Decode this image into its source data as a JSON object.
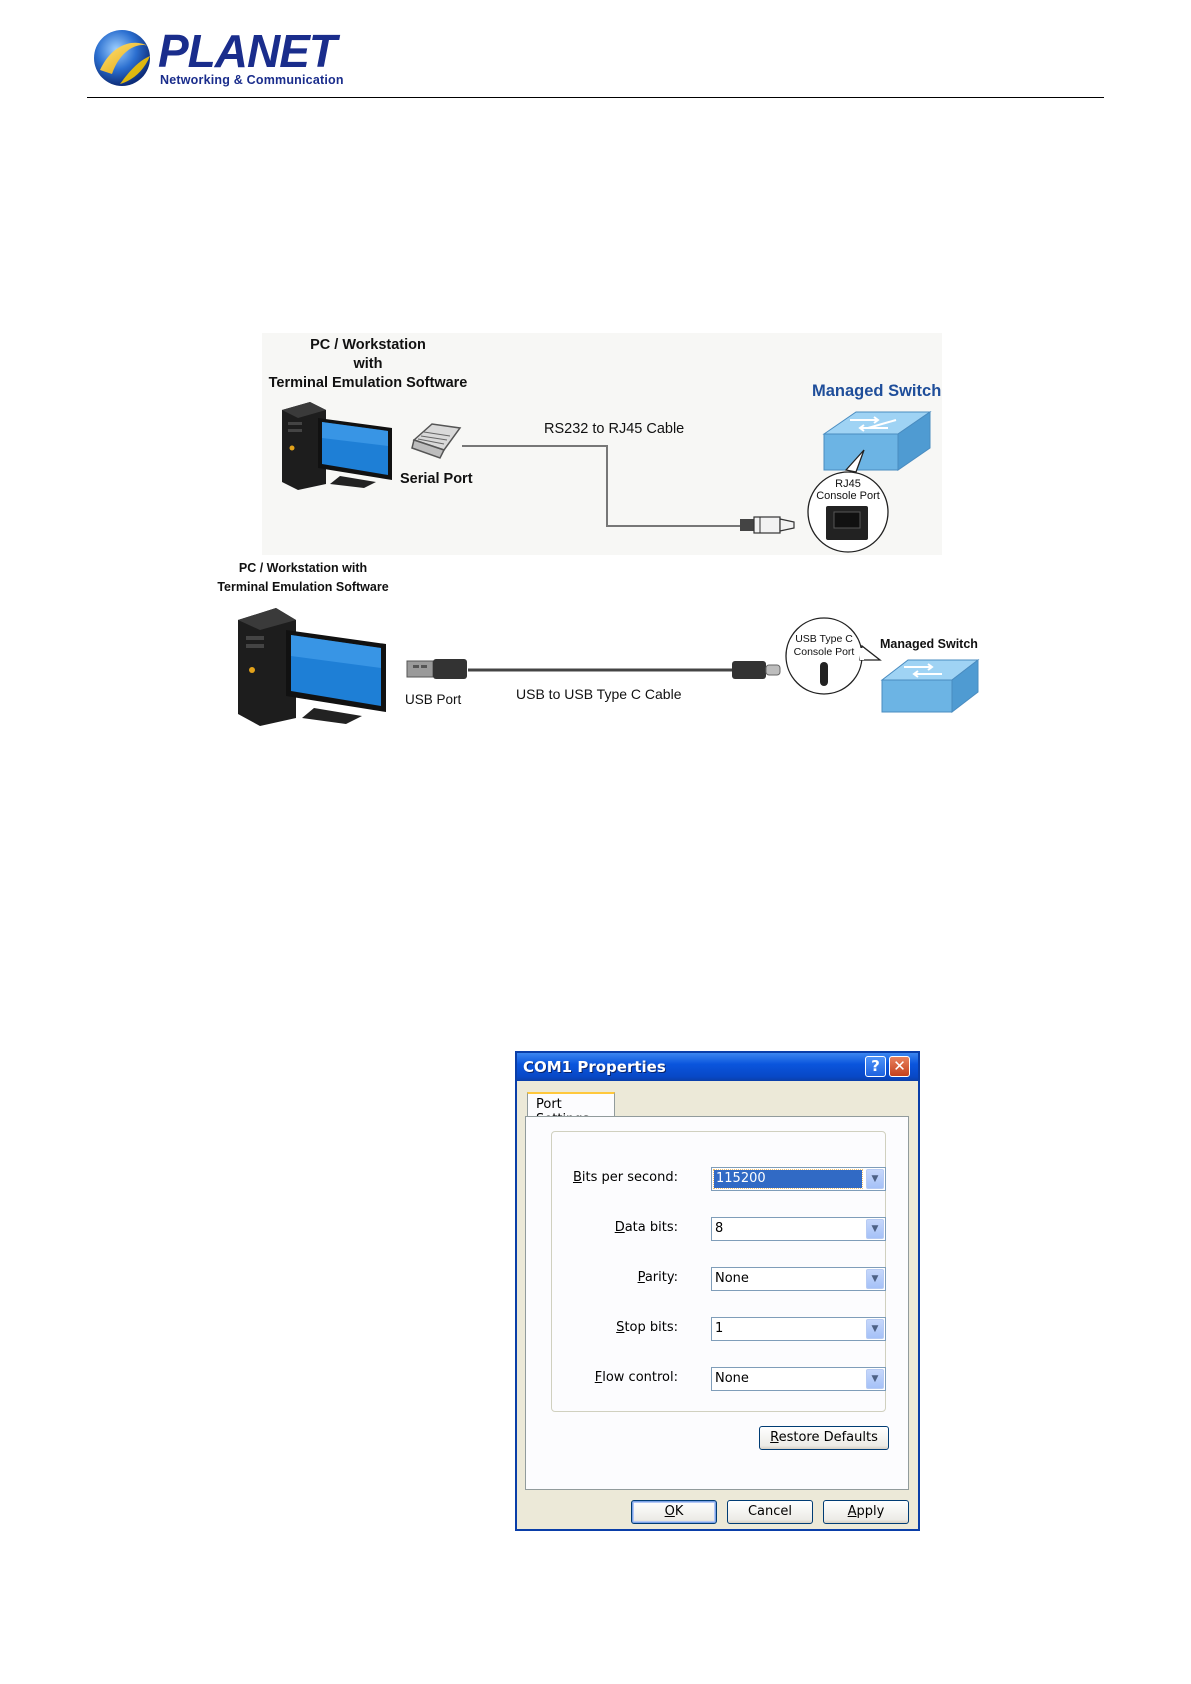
{
  "header": {
    "logo_name": "PLANET",
    "logo_tagline": "Networking & Communication"
  },
  "diagram_top": {
    "pc_caption_line1": "PC / Workstation",
    "pc_caption_line2": "with",
    "pc_caption_line3": "Terminal Emulation Software",
    "serial_port_label": "Serial Port",
    "cable_label": "RS232 to RJ45 Cable",
    "switch_title": "Managed Switch",
    "console_label_line1": "RJ45",
    "console_label_line2": "Console Port"
  },
  "diagram_bottom": {
    "pc_caption_line1": "PC / Workstation with",
    "pc_caption_line2": "Terminal Emulation Software",
    "usb_port_label": "USB Port",
    "cable_label": "USB to USB Type C Cable",
    "console_label_line1": "USB Type C",
    "console_label_line2": "Console Port",
    "switch_title": "Managed Switch"
  },
  "dialog": {
    "title": "COM1 Properties",
    "help_button": "?",
    "close_button": "✕",
    "tab_label": "Port Settings",
    "fields": [
      {
        "mnemonic": "B",
        "label_rest": "its per second:",
        "value": "115200"
      },
      {
        "mnemonic": "D",
        "label_rest": "ata bits:",
        "value": "8"
      },
      {
        "mnemonic": "P",
        "label_rest": "arity:",
        "value": "None"
      },
      {
        "mnemonic": "S",
        "label_rest": "top bits:",
        "value": "1"
      },
      {
        "mnemonic": "F",
        "label_rest": "low control:",
        "value": "None"
      }
    ],
    "restore_mnemonic": "R",
    "restore_rest": "estore Defaults",
    "ok_mnemonic": "O",
    "ok_rest": "K",
    "cancel_label": "Cancel",
    "apply_mnemonic": "A",
    "apply_rest": "pply"
  },
  "colors": {
    "brand_blue": "#1a2d8c",
    "switch_blue": "#6cb4e4",
    "switch_title_blue": "#1f4e9a",
    "xp_title_blue": "#0a55dd",
    "selection_blue": "#316ac5"
  }
}
